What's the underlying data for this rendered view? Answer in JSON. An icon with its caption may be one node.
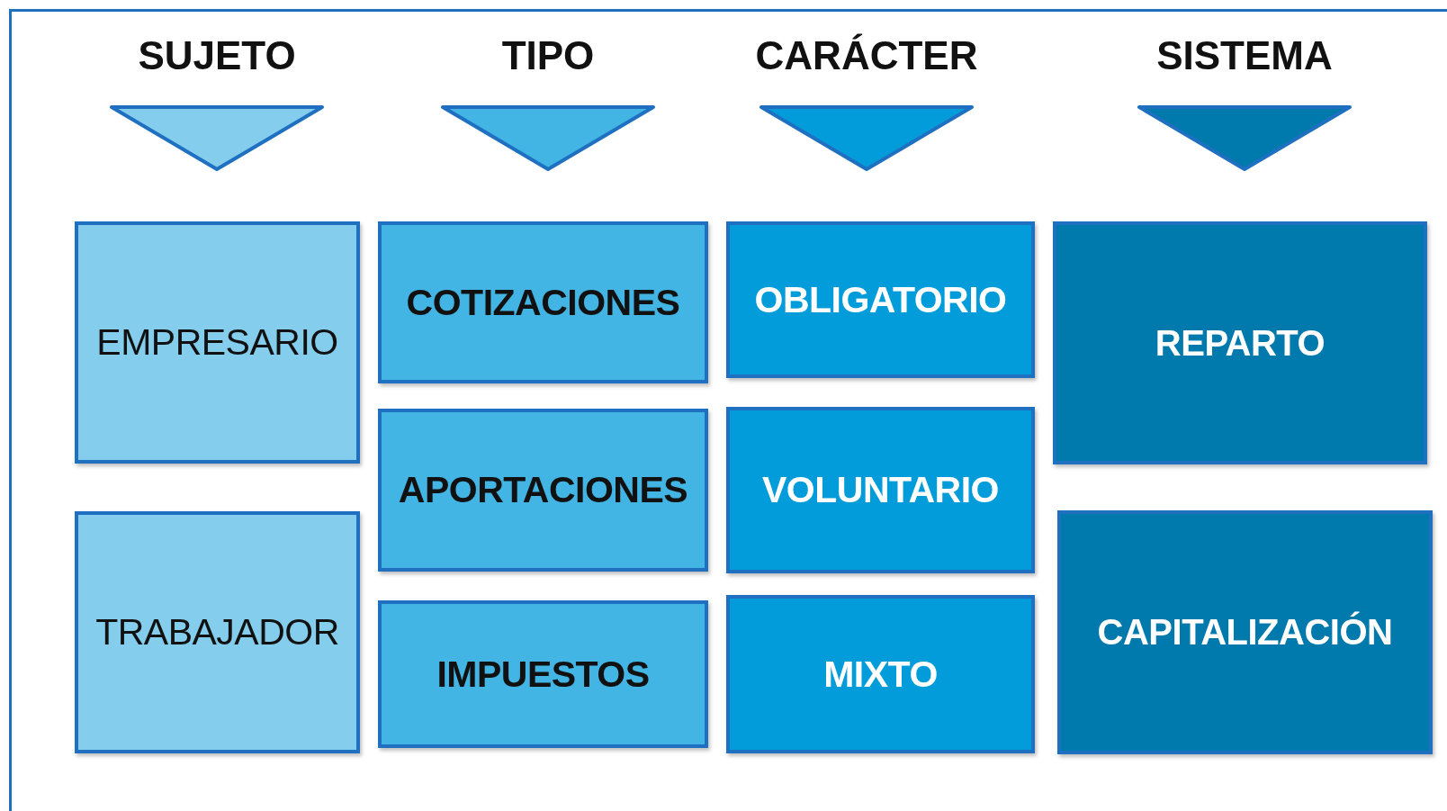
{
  "diagram": {
    "nodes": [
      {
        "text": [
          "SUJETO"
        ]
      },
      {
        "text": [
          "TIPO"
        ]
      },
      {
        "text": [
          "CARÁCTER"
        ]
      },
      {
        "text": [
          "SISTEMA"
        ]
      },
      {
        "text": [
          "EMPRESARIO"
        ]
      },
      {
        "text": [
          "TRABAJADOR"
        ]
      },
      {
        "text": [
          "COTIZACIONES"
        ]
      },
      {
        "text": [
          "APORTACIONES"
        ]
      },
      {
        "text": [
          "IMPUESTOS"
        ]
      },
      {
        "text": [
          "OBLIGATORIO"
        ]
      },
      {
        "text": [
          "VOLUNTARIO"
        ]
      },
      {
        "text": [
          "MIXTO"
        ]
      },
      {
        "text": [
          "REPARTO"
        ]
      },
      {
        "text": [
          "CAPITALIZACIÓN"
        ]
      }
    ]
  }
}
